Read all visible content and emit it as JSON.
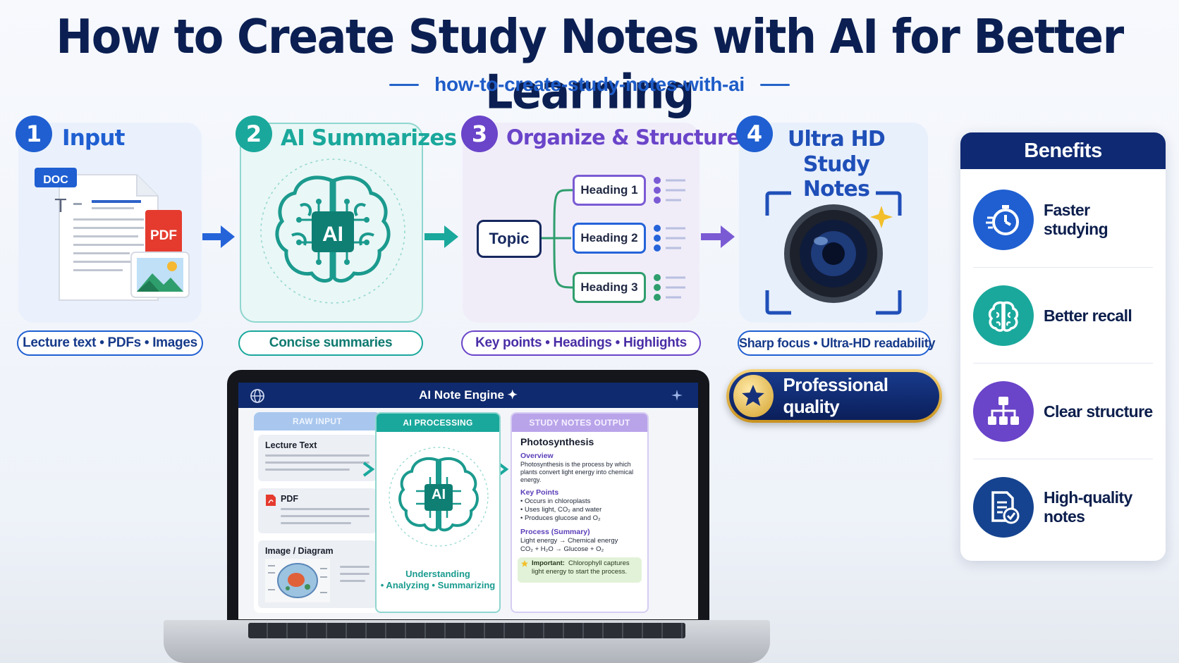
{
  "title": "How to Create Study Notes with AI for Better Learning",
  "slug": "how-to-create-study-notes-with-ai",
  "steps": [
    {
      "number": "1",
      "title": "Input",
      "caption": "Lecture text • PDFs • Images",
      "color": "#1f5fd1"
    },
    {
      "number": "2",
      "title": "AI Summarizes",
      "caption": "Concise summaries",
      "color": "#1aa89c"
    },
    {
      "number": "3",
      "title": "Organize & Structure",
      "caption": "Key points • Headings • Highlights",
      "color": "#6a44c9"
    },
    {
      "number": "4",
      "title_line1": "Ultra HD",
      "title_line2": "Study Notes",
      "caption": "Sharp focus • Ultra-HD readability",
      "color": "#1f5fd1"
    }
  ],
  "input_icons": {
    "doc_label": "DOC",
    "pdf_label": "PDF",
    "t_glyph": "T"
  },
  "ai_chip_label": "AI",
  "structure": {
    "topic": "Topic",
    "headings": [
      "Heading 1",
      "Heading 2",
      "Heading 3"
    ]
  },
  "badge": {
    "label": "Professional quality"
  },
  "benefits": {
    "header": "Benefits",
    "items": [
      {
        "label": "Faster studying",
        "icon": "stopwatch-icon",
        "color": "#1f5fd1"
      },
      {
        "label": "Better recall",
        "icon": "brain-icon",
        "color": "#1aa89c"
      },
      {
        "label": "Clear structure",
        "icon": "hierarchy-icon",
        "color": "#6a44c9"
      },
      {
        "label": "High-quality notes",
        "icon": "document-check-icon",
        "color": "#15438f"
      }
    ]
  },
  "laptop": {
    "app_title": "AI Note Engine ✦",
    "columns": {
      "raw": {
        "header": "RAW INPUT",
        "cards": [
          "Lecture Text",
          "PDF",
          "Image / Diagram"
        ]
      },
      "processing": {
        "header": "AI PROCESSING",
        "chip": "AI",
        "caption_line1": "Understanding",
        "caption_line2": "• Analyzing • Summarizing"
      },
      "output": {
        "header": "STUDY NOTES OUTPUT",
        "title": "Photosynthesis",
        "overview_head": "Overview",
        "overview_text": "Photosynthesis is the process by which plants convert light energy into chemical energy.",
        "key_points_head": "Key Points",
        "key_points": [
          "• Occurs in chloroplasts",
          "• Uses light, CO₂ and water",
          "• Produces glucose and O₂"
        ],
        "process_head": "Process (Summary)",
        "process_lines": [
          "Light energy → Chemical energy",
          "CO₂ + H₂O → Glucose + O₂"
        ],
        "important_label": "Important:",
        "important_text": "Chlorophyll captures light energy to start the process."
      }
    }
  }
}
